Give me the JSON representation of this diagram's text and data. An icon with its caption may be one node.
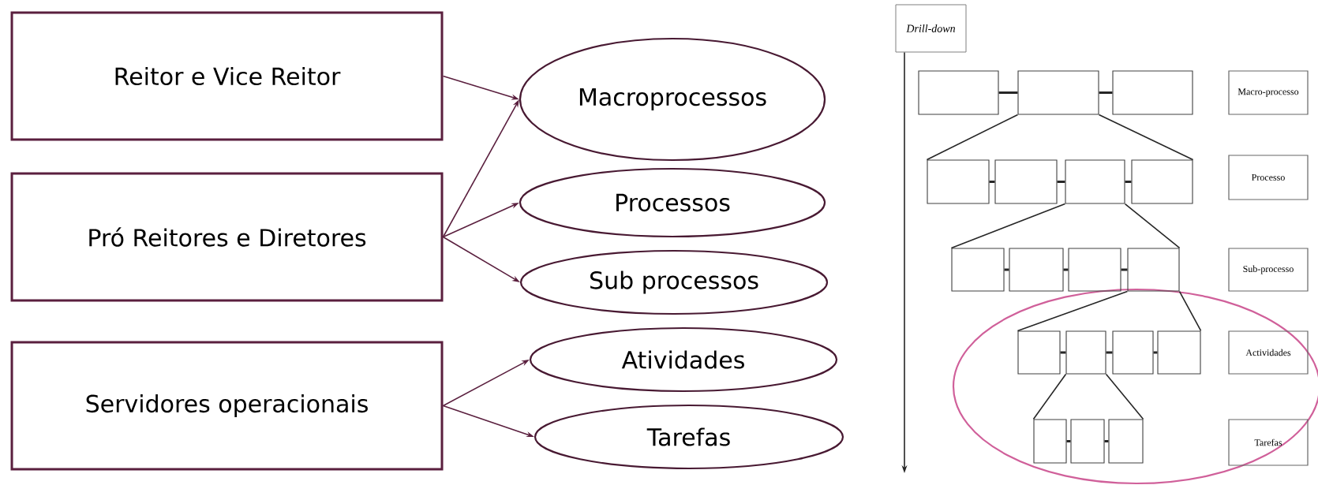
{
  "diagram": {
    "nodes": [
      {
        "text": [
          "Reitor e Vice Reitor"
        ]
      },
      {
        "text": [
          "Pró Reitores e Diretores"
        ]
      },
      {
        "text": [
          "Servidores operacionais"
        ]
      },
      {
        "text": [
          "Macroprocessos"
        ]
      },
      {
        "text": [
          "Processos"
        ]
      },
      {
        "text": [
          "Sub processos"
        ]
      },
      {
        "text": [
          "Atividades"
        ]
      },
      {
        "text": [
          "Tarefas"
        ]
      },
      {
        "text": [
          "Drill-down"
        ]
      },
      {
        "text": [
          "Macro-processo"
        ]
      },
      {
        "text": [
          "Processo"
        ]
      },
      {
        "text": [
          "Sub-processo"
        ]
      },
      {
        "text": [
          "Actividades"
        ]
      },
      {
        "text": [
          "Tarefas"
        ]
      },
      {
        "text": [],
        "shape": "box"
      },
      {
        "text": [],
        "shape": "box"
      },
      {
        "text": [],
        "shape": "box"
      },
      {
        "text": [],
        "shape": "box"
      },
      {
        "text": [],
        "shape": "box"
      },
      {
        "text": [],
        "shape": "box"
      },
      {
        "text": [],
        "shape": "box"
      },
      {
        "text": [],
        "shape": "box"
      },
      {
        "text": [],
        "shape": "box"
      },
      {
        "text": [],
        "shape": "box"
      },
      {
        "text": [],
        "shape": "box"
      },
      {
        "text": [],
        "shape": "box"
      },
      {
        "text": [],
        "shape": "box"
      },
      {
        "text": [],
        "shape": "box"
      },
      {
        "text": [],
        "shape": "box"
      },
      {
        "text": [],
        "shape": "box"
      },
      {
        "text": [],
        "shape": "box"
      },
      {
        "text": [],
        "shape": "box"
      }
    ],
    "edges": [
      {
        "from": 0,
        "to": 3,
        "arrow": "to"
      },
      {
        "from": 1,
        "to": 3,
        "arrow": "to"
      },
      {
        "from": 1,
        "to": 4,
        "arrow": "to"
      },
      {
        "from": 1,
        "to": 5,
        "arrow": "to"
      },
      {
        "from": 2,
        "to": 6,
        "arrow": "to"
      },
      {
        "from": 2,
        "to": 7,
        "arrow": "to"
      },
      {
        "from": 8,
        "to": null,
        "arrow": "to"
      },
      {
        "from": 14,
        "to": 15,
        "arrow": "none"
      },
      {
        "from": 15,
        "to": 16,
        "arrow": "none"
      },
      {
        "from": 17,
        "to": 18,
        "arrow": "none"
      },
      {
        "from": 18,
        "to": 19,
        "arrow": "none"
      },
      {
        "from": 19,
        "to": 20,
        "arrow": "none"
      },
      {
        "from": 21,
        "to": 22,
        "arrow": "none"
      },
      {
        "from": 22,
        "to": 23,
        "arrow": "none"
      },
      {
        "from": 23,
        "to": 24,
        "arrow": "none"
      },
      {
        "from": 25,
        "to": 26,
        "arrow": "none"
      },
      {
        "from": 26,
        "to": 27,
        "arrow": "none"
      },
      {
        "from": 27,
        "to": 28,
        "arrow": "none"
      },
      {
        "from": 29,
        "to": 30,
        "arrow": "none"
      },
      {
        "from": 30,
        "to": 31,
        "arrow": "none"
      },
      {
        "from": 15,
        "to": 17,
        "arrow": "none"
      },
      {
        "from": 15,
        "to": 20,
        "arrow": "none"
      },
      {
        "from": 19,
        "to": 21,
        "arrow": "none"
      },
      {
        "from": 19,
        "to": 24,
        "arrow": "none"
      },
      {
        "from": 24,
        "to": 25,
        "arrow": "none"
      },
      {
        "from": 24,
        "to": 28,
        "arrow": "none"
      },
      {
        "from": 26,
        "to": 29,
        "arrow": "none"
      },
      {
        "from": 26,
        "to": 31,
        "arrow": "none"
      }
    ]
  }
}
